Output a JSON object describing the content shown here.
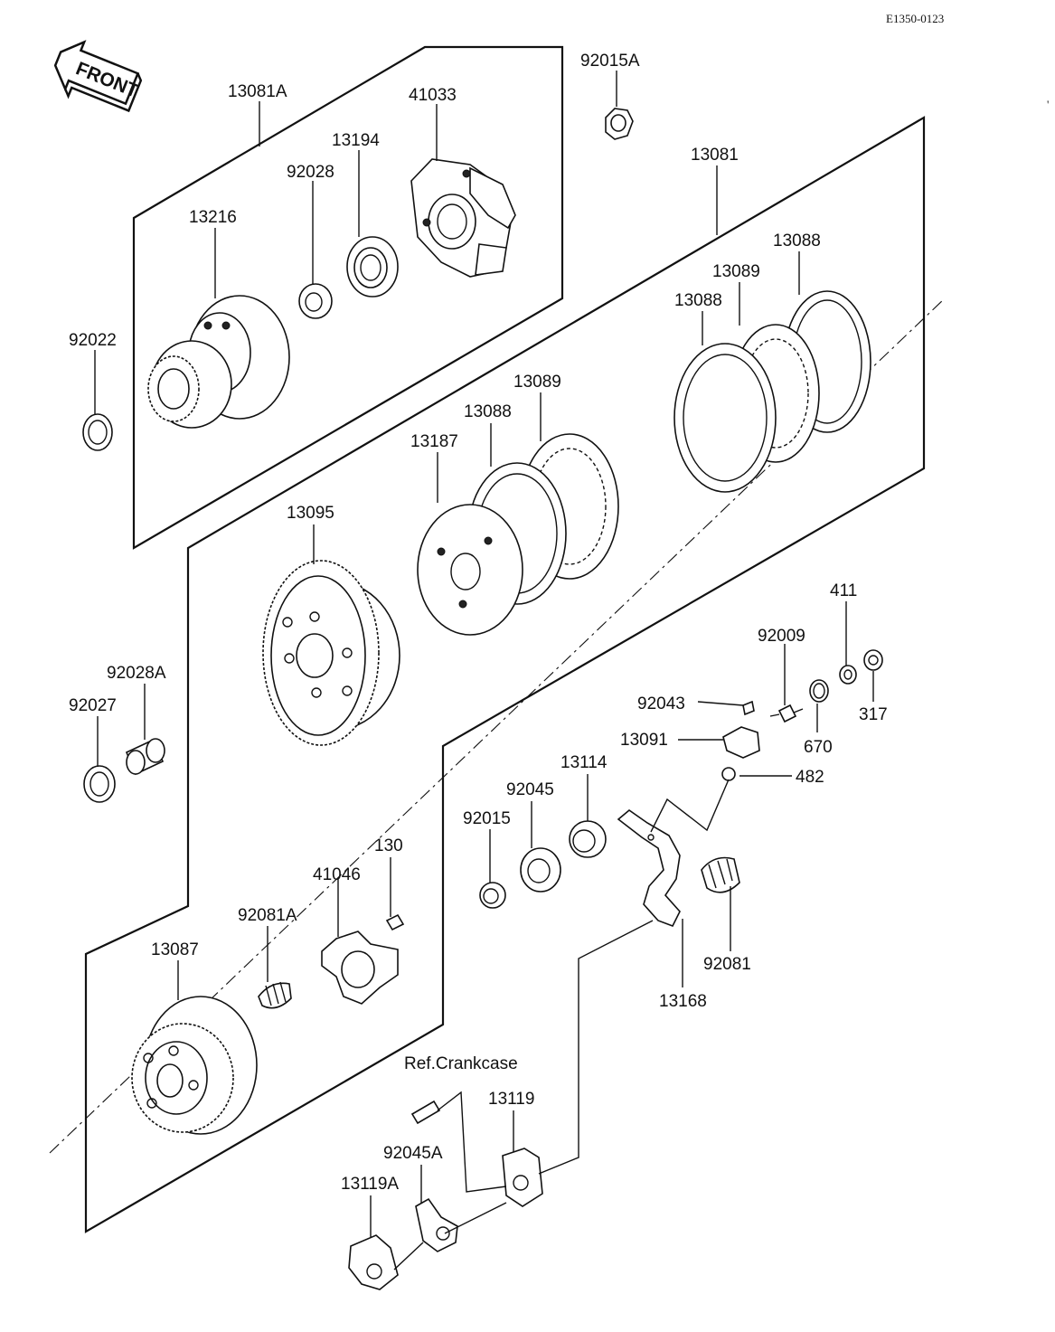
{
  "reference_code": "E1350-0123",
  "front_arrow_label": "FRONT",
  "callouts": {
    "c13081A": "13081A",
    "c92015A": "92015A",
    "c41033": "41033",
    "c13194": "13194",
    "c92028": "92028",
    "c13216": "13216",
    "c92022": "92022",
    "c13081": "13081",
    "c13088a": "13088",
    "c13089a": "13089",
    "c13088b": "13088",
    "c13089b": "13089",
    "c13088c": "13088",
    "c13187": "13187",
    "c13095": "13095",
    "c92028A": "92028A",
    "c92027": "92027",
    "c411": "411",
    "c92009": "92009",
    "c92043": "92043",
    "c317": "317",
    "c13091": "13091",
    "c670": "670",
    "c482": "482",
    "c13114": "13114",
    "c92045": "92045",
    "c92015": "92015",
    "c130": "130",
    "c41046": "41046",
    "c92081A": "92081A",
    "c13087": "13087",
    "c92081": "92081",
    "c13168": "13168",
    "cRefCrankcase": "Ref.Crankcase",
    "c13119": "13119",
    "c92045A": "92045A",
    "c13119A": "13119A"
  }
}
